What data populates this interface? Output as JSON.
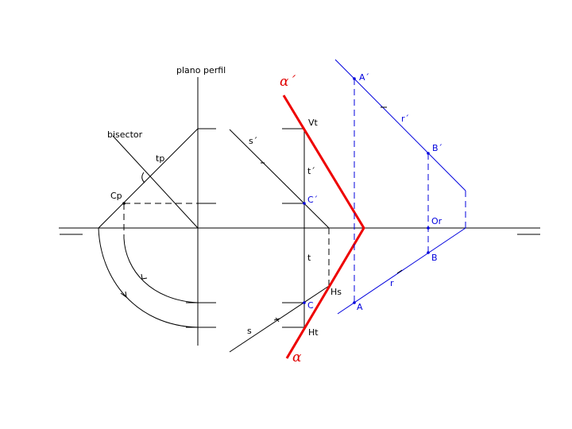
{
  "diagram": {
    "type": "descriptive-geometry",
    "colors": {
      "lines": "#000000",
      "plane": "#ee0000",
      "line_r": "#0000dd"
    },
    "labels": {
      "plano_perfil": "plano perfil",
      "bisector": "bisector",
      "tp": "tp",
      "cp": "Cp",
      "s_prime": "s´",
      "s": "s",
      "vt": "Vt",
      "t_prime": "t´",
      "c_prime": "C´",
      "t": "t",
      "c": "C",
      "hs": "Hs",
      "ht": "Ht",
      "alpha_prime": "α´",
      "alpha": "α",
      "a_prime": "A´",
      "r_prime": "r´",
      "b_prime": "B´",
      "or": "Or",
      "b": "B",
      "r": "r",
      "a": "A"
    }
  }
}
